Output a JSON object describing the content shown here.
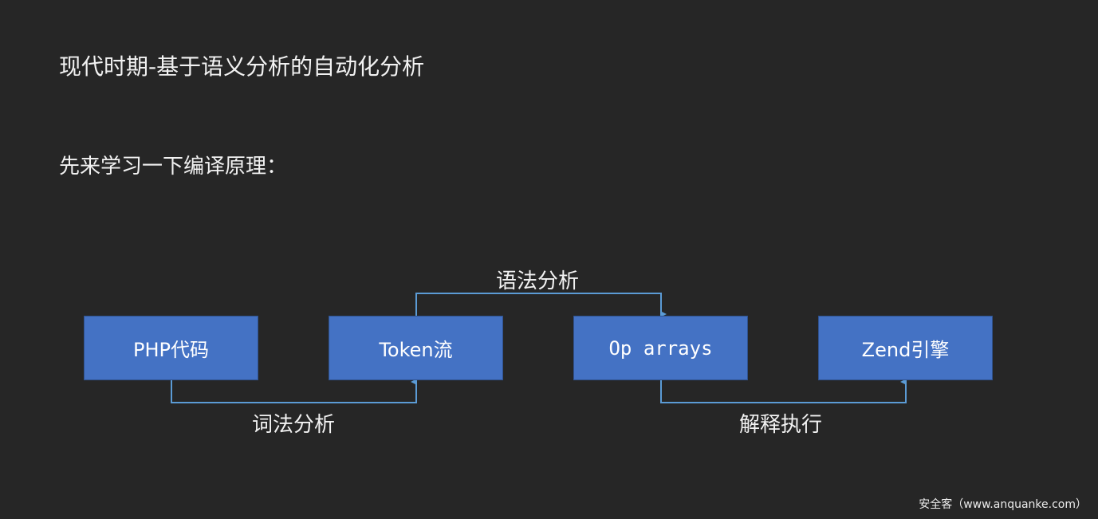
{
  "title": "现代时期-基于语义分析的自动化分析",
  "subtitle": "先来学习一下编译原理：",
  "boxes": [
    "PHP代码",
    "Token流",
    "Op arrays",
    "Zend引擎"
  ],
  "edges": [
    "词法分析",
    "语法分析",
    "解释执行"
  ],
  "watermark": "安全客（www.anquanke.com）",
  "colors": {
    "background": "#262626",
    "box": "#4472c4",
    "connector": "#5b9bd5"
  }
}
